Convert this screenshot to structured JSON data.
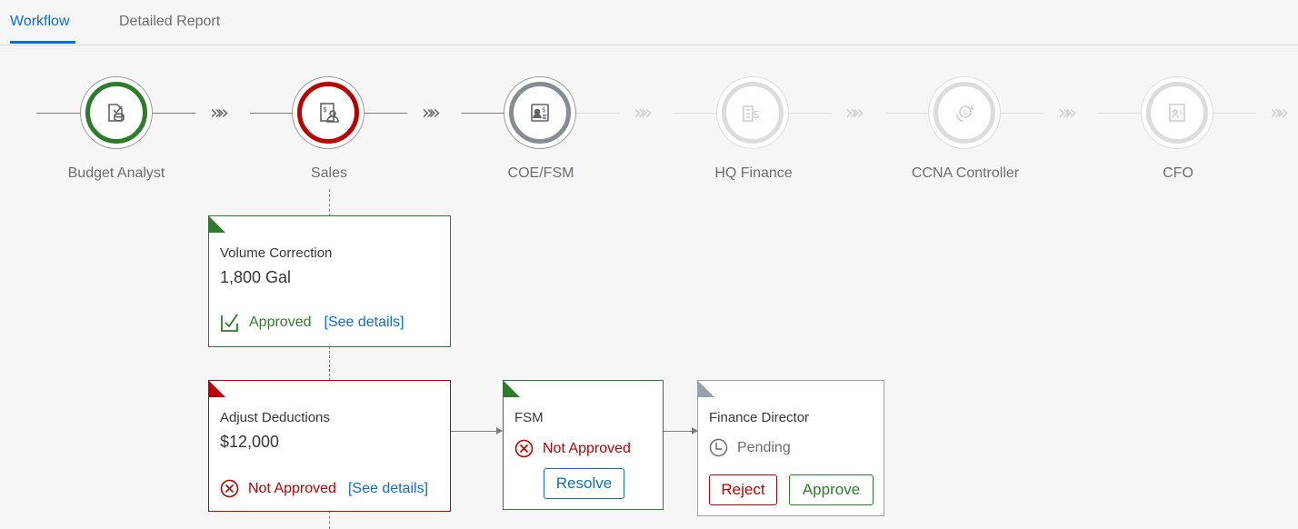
{
  "tabs": [
    {
      "label": "Workflow",
      "active": true
    },
    {
      "label": "Detailed Report",
      "active": false
    }
  ],
  "steps": [
    {
      "label": "Budget Analyst",
      "status": "approved",
      "icon": "budget-icon"
    },
    {
      "label": "Sales",
      "status": "rejected",
      "icon": "sales-icon"
    },
    {
      "label": "COE/FSM",
      "status": "current",
      "icon": "coe-fsm-icon"
    },
    {
      "label": "HQ Finance",
      "status": "future",
      "icon": "hq-finance-icon"
    },
    {
      "label": "CCNA Controller",
      "status": "future",
      "icon": "controller-icon"
    },
    {
      "label": "CFO",
      "status": "future",
      "icon": "cfo-icon"
    }
  ],
  "chevron_glyph": "»»",
  "cards": {
    "volume": {
      "title": "Volume Correction",
      "value": "1,800 Gal",
      "status": "Approved",
      "link": "[See details]"
    },
    "deductions": {
      "title": "Adjust Deductions",
      "value": "$12,000",
      "status": "Not Approved",
      "link": "[See details]"
    },
    "fsm": {
      "title": "FSM",
      "status": "Not Approved",
      "button": "Resolve"
    },
    "director": {
      "title": "Finance Director",
      "status": "Pending",
      "reject": "Reject",
      "approve": "Approve"
    }
  },
  "colors": {
    "accent": "#0a6ed1",
    "approved": "#2b7d2b",
    "rejected": "#bb0000",
    "neutral": "#848c94"
  }
}
